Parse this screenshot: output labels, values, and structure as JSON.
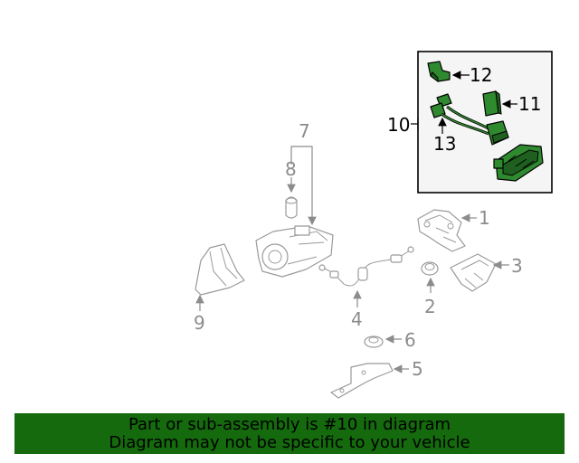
{
  "callouts": {
    "c1": "1",
    "c2": "2",
    "c3": "3",
    "c4": "4",
    "c5": "5",
    "c6": "6",
    "c7": "7",
    "c8": "8",
    "c9": "9",
    "c10": "10",
    "c11": "11",
    "c12": "12",
    "c13": "13"
  },
  "banner": {
    "line1": "Part or sub-assembly is #10 in diagram",
    "line2": "Diagram may not be specific to your vehicle"
  },
  "colors": {
    "highlight_part": "#2f8a2f",
    "banner_bg": "#156a0e",
    "inset_bg": "#f5f5f5"
  }
}
